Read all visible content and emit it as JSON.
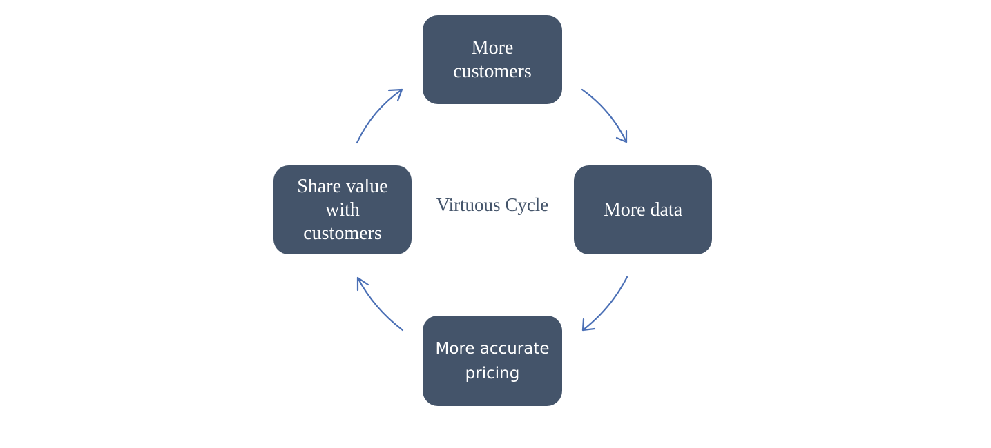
{
  "diagram": {
    "type": "cycle",
    "center_label": "Virtuous Cycle",
    "colors": {
      "node_fill": "#44546a",
      "node_text": "#ffffff",
      "arrow": "#4a6fb5",
      "center_text": "#44546a"
    },
    "nodes": [
      {
        "id": "top",
        "lines": [
          "More",
          "customers"
        ]
      },
      {
        "id": "right",
        "lines": [
          "More data"
        ]
      },
      {
        "id": "bottom",
        "lines": [
          "More accurate",
          "pricing"
        ]
      },
      {
        "id": "left",
        "lines": [
          "Share value",
          "with",
          "customers"
        ]
      }
    ],
    "edges": [
      {
        "from": "top",
        "to": "right"
      },
      {
        "from": "right",
        "to": "bottom"
      },
      {
        "from": "bottom",
        "to": "left"
      },
      {
        "from": "left",
        "to": "top"
      }
    ]
  }
}
